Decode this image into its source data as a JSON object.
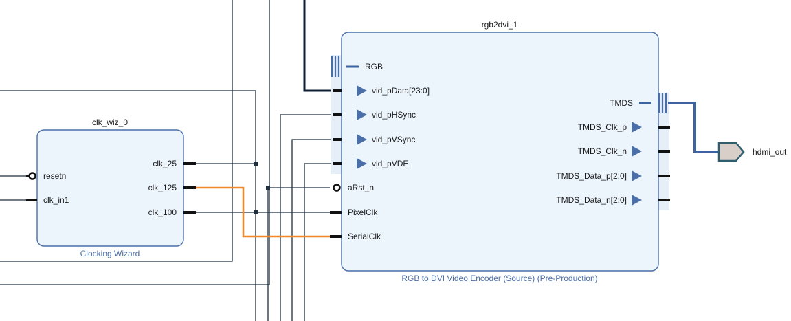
{
  "blocks": {
    "clk_wiz": {
      "instance": "clk_wiz_0",
      "ip": "Clocking Wizard",
      "inputs": [
        "resetn",
        "clk_in1"
      ],
      "outputs": [
        "clk_25",
        "clk_125",
        "clk_100"
      ]
    },
    "rgb2dvi": {
      "instance": "rgb2dvi_1",
      "ip": "RGB to DVI Video Encoder (Source) (Pre-Production)",
      "rgb_bus": "RGB",
      "rgb_ports": [
        "vid_pData[23:0]",
        "vid_pHSync",
        "vid_pVSync",
        "vid_pVDE"
      ],
      "other_inputs": [
        "aRst_n",
        "PixelClk",
        "SerialClk"
      ],
      "tmds_bus": "TMDS",
      "tmds_ports": [
        "TMDS_Clk_p",
        "TMDS_Clk_n",
        "TMDS_Data_p[2:0]",
        "TMDS_Data_n[2:0]"
      ]
    }
  },
  "external_port": "hdmi_out",
  "colors": {
    "block_fill": "#ecf4fc",
    "block_border": "#4a6ea8",
    "highlight_net": "#f0882a",
    "wire": "#1f2f3f",
    "port_fill": "#d8cfc9",
    "port_border": "#2f5f6f"
  }
}
